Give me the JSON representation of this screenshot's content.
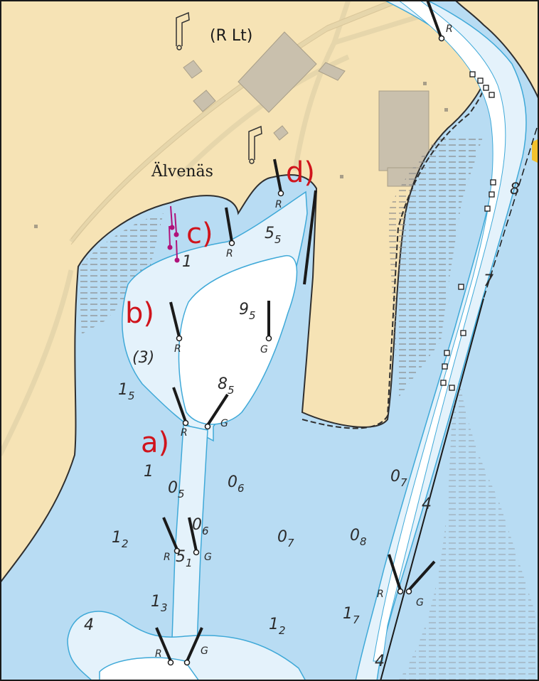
{
  "place_name": "Älvenäs",
  "light_label": "(R Lt)",
  "annotations": {
    "a": "a)",
    "b": "b)",
    "c": "c)",
    "d": "d)"
  },
  "mark_labels": {
    "red": "R",
    "green": "G"
  },
  "depths": [
    {
      "main": "5",
      "sub": "5"
    },
    {
      "main": "9",
      "sub": "5"
    },
    {
      "main": "8",
      "sub": "5"
    },
    {
      "main": "(3)",
      "sub": ""
    },
    {
      "main": "1",
      "sub": "5"
    },
    {
      "main": "1",
      "sub": ""
    },
    {
      "main": "1",
      "sub": ""
    },
    {
      "main": "0",
      "sub": "5"
    },
    {
      "main": "0",
      "sub": "6"
    },
    {
      "main": "0",
      "sub": "6"
    },
    {
      "main": "0",
      "sub": "7"
    },
    {
      "main": "0",
      "sub": "8"
    },
    {
      "main": "0",
      "sub": "7"
    },
    {
      "main": "1",
      "sub": "2"
    },
    {
      "main": "5",
      "sub": "1"
    },
    {
      "main": "1",
      "sub": "3"
    },
    {
      "main": "4",
      "sub": ""
    },
    {
      "main": "1",
      "sub": "2"
    },
    {
      "main": "1",
      "sub": "7"
    },
    {
      "main": "4",
      "sub": ""
    },
    {
      "main": "4",
      "sub": ""
    },
    {
      "main": "7",
      "sub": ""
    },
    {
      "main": "8",
      "sub": ""
    }
  ],
  "colors": {
    "land": "#f6e3b5",
    "deep_water": "#ffffff",
    "medium_water": "#e4f2fb",
    "shallow_water": "#b8dcf3",
    "shore_line": "#2f2f2f",
    "depth_contour": "#3fa9d8",
    "building": "#c9c0ad",
    "road": "#eadab2",
    "annotation": "#d0141c",
    "cable": "#b0127a"
  }
}
